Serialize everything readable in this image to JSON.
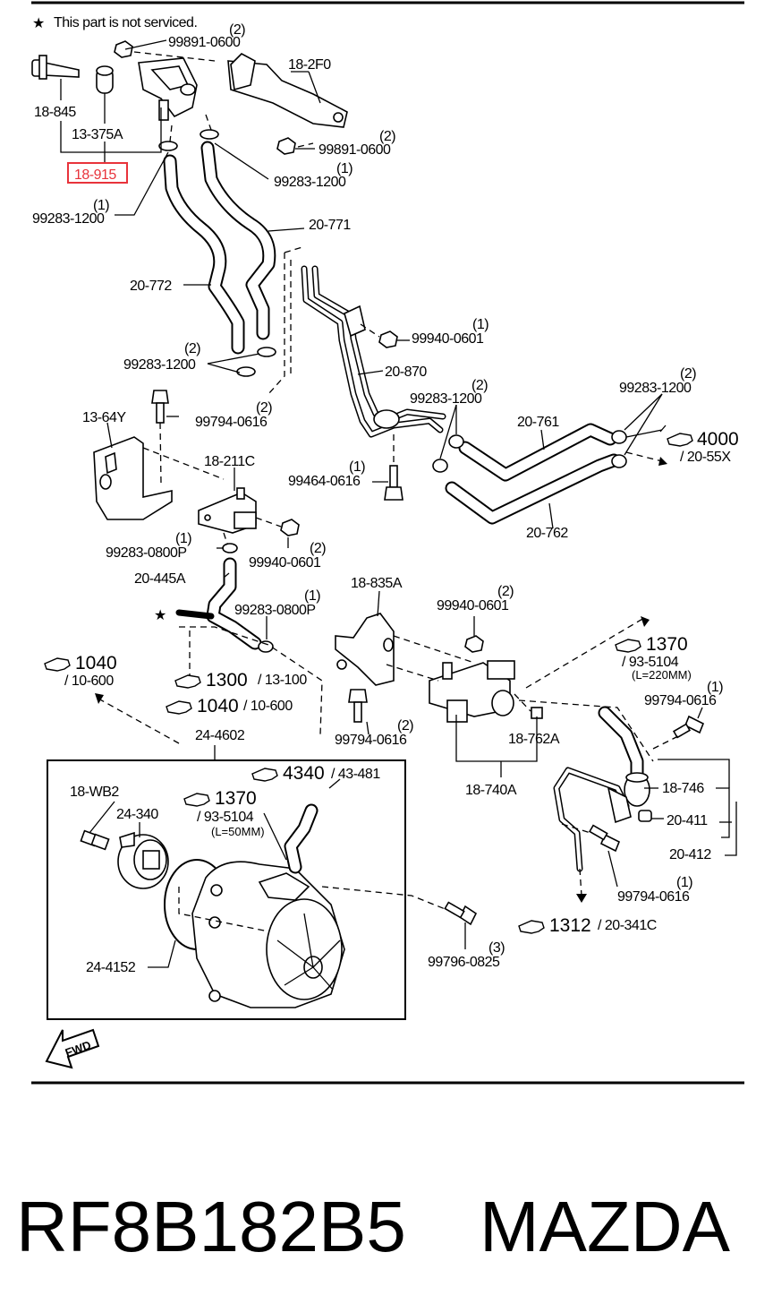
{
  "note": "This part is not serviced.",
  "note_star": "★",
  "footer": {
    "part_number": "RF8B182B5",
    "brand": "MAZDA"
  },
  "fwd_label": "FWD",
  "highlight_part": "18-915",
  "labels": {
    "q2a": "(2)",
    "p99891a": "99891-0600",
    "p182f0": "18-2F0",
    "p18845": "18-845",
    "p13375a": "13-375A",
    "p18915": "18-915",
    "q2b": "(2)",
    "p99891b": "99891-0600",
    "q1a": "(1)",
    "p99283a": "99283-1200",
    "q1b": "(1)",
    "p99283b": "99283-1200",
    "p20771": "20-771",
    "p20772": "20-772",
    "q1c": "(1)",
    "p99940a": "99940-0601",
    "q2c": "(2)",
    "p99283c": "99283-1200",
    "p20870": "20-870",
    "q2d": "(2)",
    "p99283d": "99283-1200",
    "q2e": "(2)",
    "p99283e": "99283-1200",
    "p1364y": "13-64Y",
    "q2f": "(2)",
    "p99794a": "99794-0616",
    "p20761": "20-761",
    "ref4000": "4000",
    "ref4000sub": "/ 20-55X",
    "p18211c": "18-211C",
    "q1d": "(1)",
    "p99464": "99464-0616",
    "p20762": "20-762",
    "q1e": "(1)",
    "p99283f": "99283-0800P",
    "q2g": "(2)",
    "p99940b": "99940-0601",
    "p20445a": "20-445A",
    "p18835a": "18-835A",
    "q2h": "(2)",
    "p99940c": "99940-0601",
    "q1f": "(1)",
    "p99283g": "99283-0800P",
    "star2": "★",
    "ref1370a": "1370",
    "ref1370asub": "/ 93-5104",
    "ref1370aL": "(L=220MM)",
    "ref1040a": "1040",
    "ref1040asub": "/ 10-600",
    "ref1300": "1300",
    "ref1300sub": "/ 13-100",
    "q1g": "(1)",
    "p99794b": "99794-0616",
    "ref1040b": "1040",
    "ref1040bsub": "/ 10-600",
    "q2i": "(2)",
    "p99794c": "99794-0616",
    "p18762a": "18-762A",
    "p244602": "24-4602",
    "ref4340": "4340",
    "ref4340sub": "/ 43-481",
    "p18wb2": "18-WB2",
    "p24340": "24-340",
    "ref1370b": "1370",
    "ref1370bsub": "/ 93-5104",
    "ref1370bL": "(L=50MM)",
    "p18740a": "18-740A",
    "p18746": "18-746",
    "p20411": "20-411",
    "p20412": "20-412",
    "q1h": "(1)",
    "p99794d": "99794-0616",
    "p244152": "24-4152",
    "ref1312": "1312",
    "ref1312sub": "/ 20-341C",
    "q3": "(3)",
    "p99796": "99796-0825"
  },
  "colors": {
    "highlight": "#e8333b",
    "ink": "#000000",
    "paper": "#ffffff"
  }
}
